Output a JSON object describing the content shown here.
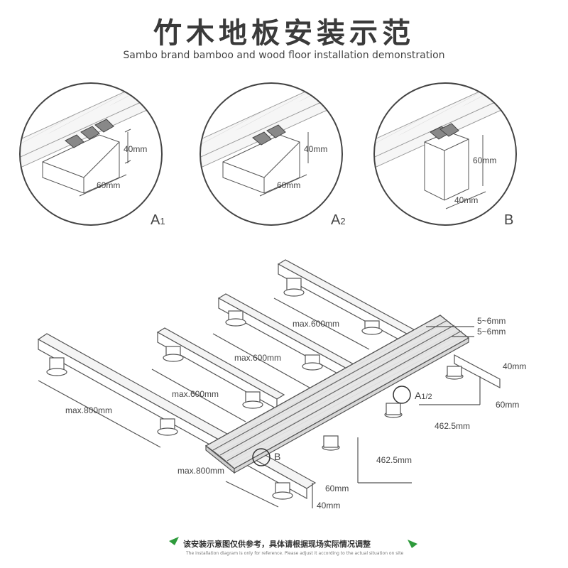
{
  "header": {
    "title": "竹木地板安装示范",
    "subtitle": "Sambo brand bamboo and wood floor installation demonstration"
  },
  "details": {
    "a1": {
      "label": "A",
      "sub": "1",
      "height": "40mm",
      "width": "60mm"
    },
    "a2": {
      "label": "A",
      "sub": "2",
      "height": "40mm",
      "width": "60mm"
    },
    "b": {
      "label": "B",
      "height": "60mm",
      "width": "40mm"
    }
  },
  "main": {
    "gap_1": "5~6mm",
    "gap_2": "5~6mm",
    "joist_height": "40mm",
    "joist_width": "60mm",
    "span_1": "max.600mm",
    "span_2": "max.600mm",
    "span_3": "max.600mm",
    "pedestal_span_1": "max.800mm",
    "pedestal_span_2": "max.800mm",
    "offset_1": "462.5mm",
    "offset_2": "462.5mm",
    "end_height": "60mm",
    "end_width": "40mm",
    "callout_a_label": "A",
    "callout_a_sub": "1/2",
    "callout_b_label": "B"
  },
  "footer": {
    "note_cn": "该安装示意图仅供参考，具体请根据现场实际情况调整",
    "note_en": "The installation diagram is only for reference. Please adjust it according to the actual situation on site"
  },
  "colors": {
    "accent": "#2e9b3c",
    "line": "#555555",
    "fill": "#f2f2f2"
  }
}
